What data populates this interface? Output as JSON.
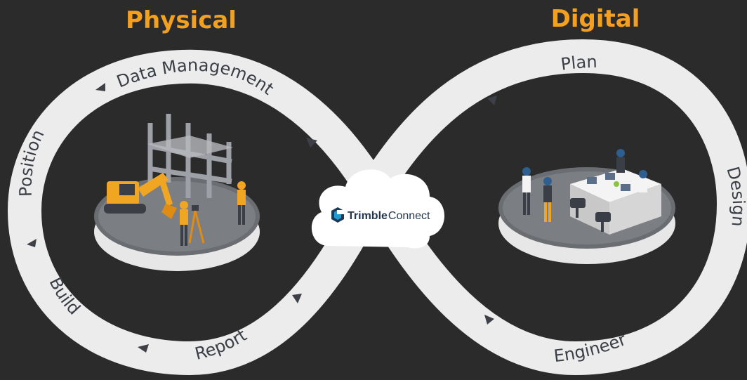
{
  "headings": {
    "physical": "Physical",
    "digital": "Digital"
  },
  "loop_labels": {
    "data_management": "Data Management",
    "position": "Position",
    "build": "Build",
    "report": "Report",
    "plan": "Plan",
    "design": "Design",
    "engineer": "Engineer"
  },
  "center": {
    "brand": "Trimble",
    "product": "Connect",
    "logo_icon": "trimble-connect-logo-icon"
  },
  "illustrations": {
    "left": "construction-site-illustration",
    "right": "office-team-illustration"
  },
  "colors": {
    "background": "#2b2b2c",
    "accent": "#f3a021",
    "loop": "#ececec",
    "label": "#3a3f47",
    "brand": "#23364d"
  }
}
